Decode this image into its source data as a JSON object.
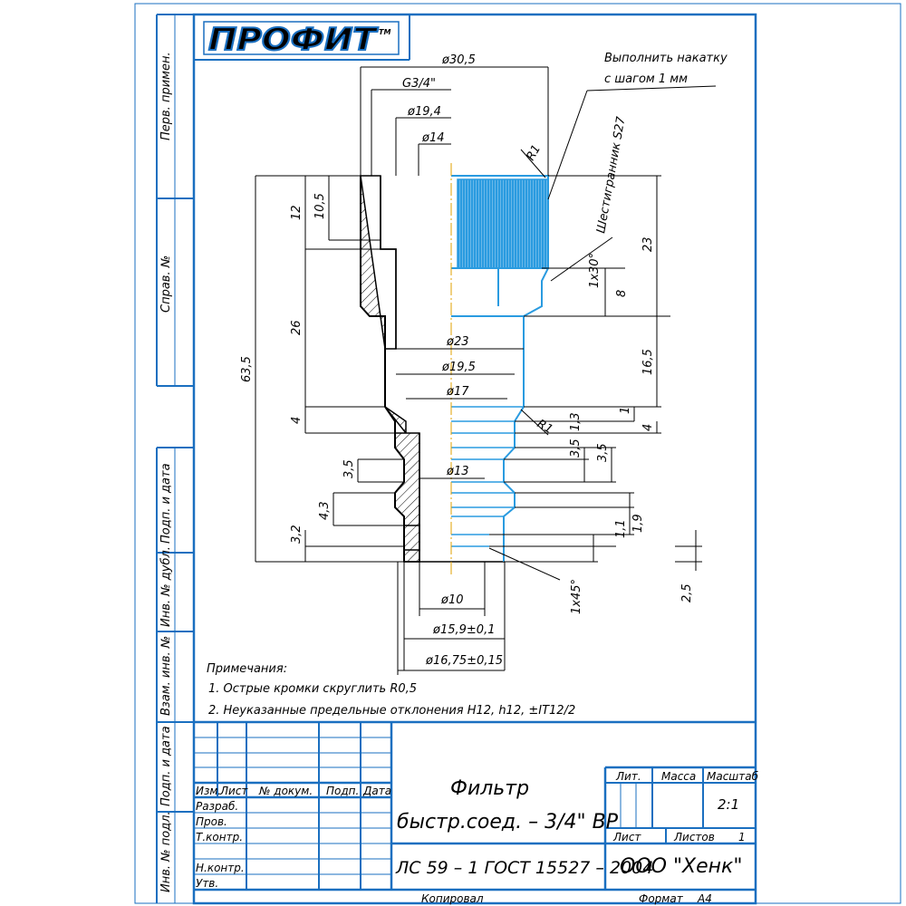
{
  "logo": {
    "text": "ПРОФИТ",
    "tm": "TM"
  },
  "left_strip": {
    "perv_primen": "Перв. примен.",
    "sprav_no": "Справ. №",
    "podp_data_1": "Подп. и дата",
    "inv_dubl": "Инв. № дубл.",
    "vzam_inv": "Взам. инв. №",
    "podp_data_2": "Подп. и дата",
    "inv_podl": "Инв. № подл."
  },
  "dims": {
    "d30_5": "ø30,5",
    "g3_4": "G3/4\"",
    "d19_4": "ø19,4",
    "d14": "ø14",
    "d23": "ø23",
    "d19_5": "ø19,5",
    "d17": "ø17",
    "d13": "ø13",
    "d10": "ø10",
    "d15_9": "ø15,9±0,1",
    "d16_75": "ø16,75±0,15",
    "l12": "12",
    "l10_5": "10,5",
    "l26": "26",
    "l63_5": "63,5",
    "l4": "4",
    "l3_5a": "3,5",
    "l4_3": "4,3",
    "l3_2": "3,2",
    "r23": "23",
    "r8": "8",
    "r16_5": "16,5",
    "r1": "1",
    "r4": "4",
    "r1_3": "1,3",
    "r3_5": "3,5",
    "r1_1": "1,1",
    "r1_9": "1,9",
    "r2_5": "2,5",
    "ch1x30": "1x30°",
    "ch1x45": "1x45°",
    "rad1_top": "R1",
    "rad1_mid": "R1"
  },
  "notes_callout": {
    "knurl_line1": "Выполнить накатку",
    "knurl_line2": "с шагом 1 мм",
    "hex": "Шестигранник S27"
  },
  "notes": {
    "title": "Примечания:",
    "n1": "1. Острые кромки скруглить R0,5",
    "n2": "2. Неуказанные предельные отклонения H12, h12, ±IT12/2"
  },
  "title_block": {
    "name_line1": "Фильтр",
    "name_line2": "быстр.соед. – 3/4\" ВР",
    "material": "ЛС 59 – 1 ГОСТ 15527 – 2004",
    "company": "ООО \"Хенк\"",
    "col_izm": "Изм.",
    "col_list": "Лист",
    "col_docum": "№ докум.",
    "col_podp": "Подп.",
    "col_data": "Дата",
    "row_razrab": "Разраб.",
    "row_prov": "Пров.",
    "row_tkontr": "Т.контр.",
    "row_nkontr": "Н.контр.",
    "row_utv": "Утв.",
    "lit": "Лит.",
    "massa": "Масса",
    "masshtab": "Масштаб",
    "scale": "2:1",
    "list_label": "Лист",
    "listov_label": "Листов",
    "listov": "1",
    "kopiroval": "Копировал",
    "format_label": "Формат",
    "format": "А4"
  },
  "colors": {
    "frame": "#1a6fc0",
    "part_fill": "#2a9be0",
    "line": "#000000"
  }
}
